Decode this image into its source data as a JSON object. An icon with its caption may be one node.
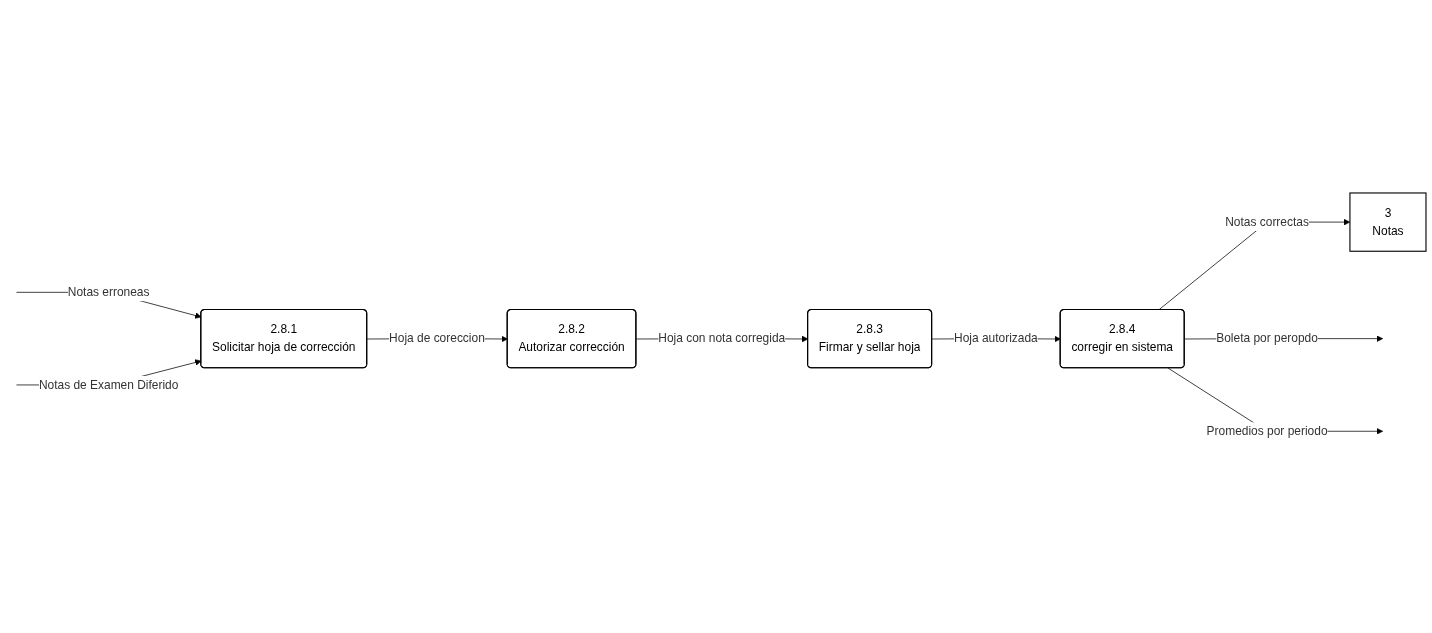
{
  "diagram": {
    "nodes": [
      {
        "text": [
          "2.8.1",
          "Solicitar hoja de corrección"
        ]
      },
      {
        "text": [
          "2.8.2",
          "Autorizar corrección"
        ]
      },
      {
        "text": [
          "2.8.3",
          "Firmar y sellar hoja"
        ]
      },
      {
        "text": [
          "2.8.4",
          "corregir en sistema"
        ]
      },
      {
        "text": [
          "3",
          "Notas"
        ]
      }
    ],
    "edges": [
      {
        "from": null,
        "to": 0,
        "arrow": "to",
        "label": "Notas erroneas"
      },
      {
        "from": null,
        "to": 0,
        "arrow": "to",
        "label": "Notas de Examen Diferido"
      },
      {
        "from": 0,
        "to": 1,
        "arrow": "to",
        "label": "Hoja de coreccion"
      },
      {
        "from": 1,
        "to": 2,
        "arrow": "to",
        "label": "Hoja con nota corregida"
      },
      {
        "from": 2,
        "to": 3,
        "arrow": "to",
        "label": "Hoja autorizada"
      },
      {
        "from": 3,
        "to": 4,
        "arrow": "to",
        "label": "Notas correctas"
      },
      {
        "from": 3,
        "to": null,
        "arrow": "to",
        "label": "Boleta por peropdo"
      },
      {
        "from": 3,
        "to": null,
        "arrow": "to",
        "label": "Promedios por periodo"
      }
    ]
  }
}
